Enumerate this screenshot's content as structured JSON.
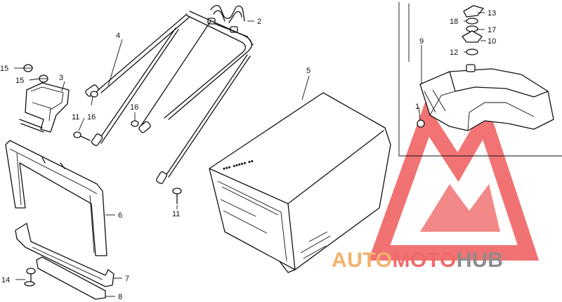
{
  "diagram": {
    "callouts": [
      {
        "id": "c1",
        "label": "1"
      },
      {
        "id": "c2",
        "label": "2"
      },
      {
        "id": "c3",
        "label": "3"
      },
      {
        "id": "c4",
        "label": "4"
      },
      {
        "id": "c5",
        "label": "5"
      },
      {
        "id": "c6",
        "label": "6"
      },
      {
        "id": "c7",
        "label": "7"
      },
      {
        "id": "c8",
        "label": "8"
      },
      {
        "id": "c9",
        "label": "9"
      },
      {
        "id": "c10",
        "label": "10"
      },
      {
        "id": "c11a",
        "label": "11"
      },
      {
        "id": "c11b",
        "label": "11"
      },
      {
        "id": "c12",
        "label": "12"
      },
      {
        "id": "c13",
        "label": "13"
      },
      {
        "id": "c14",
        "label": "14"
      },
      {
        "id": "c15a",
        "label": "15"
      },
      {
        "id": "c15b",
        "label": "15"
      },
      {
        "id": "c16a",
        "label": "16"
      },
      {
        "id": "c16b",
        "label": "16"
      },
      {
        "id": "c17",
        "label": "17"
      },
      {
        "id": "c18",
        "label": "18"
      }
    ]
  },
  "watermark": {
    "part1": "AUTO",
    "part2": "MOTO",
    "part3": "HUB",
    "colors": {
      "part1": "#f4b06b",
      "part2": "#ef6a6a",
      "part3": "#8c8c8c",
      "logo": "#ef5a5a"
    }
  }
}
